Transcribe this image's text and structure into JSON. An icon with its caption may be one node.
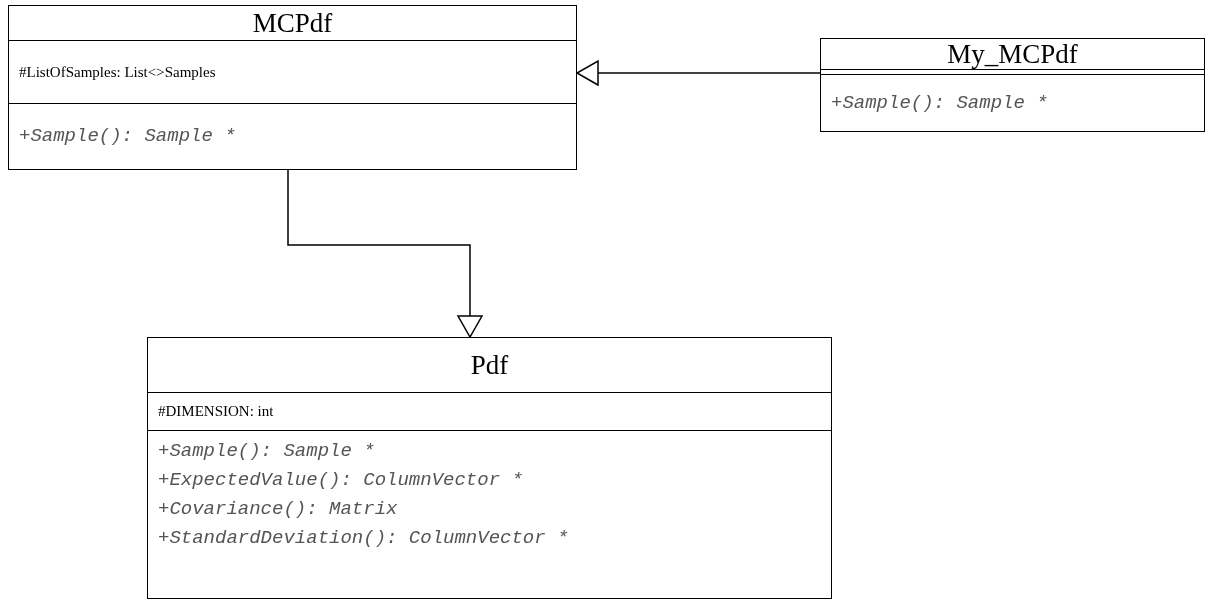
{
  "diagram": {
    "nodes": [
      {
        "text": [
          "MCPdf",
          "#ListOfSamples: List<>Samples",
          "+Sample(): Sample *"
        ]
      },
      {
        "text": [
          "My_MCPdf",
          "+Sample(): Sample *"
        ]
      },
      {
        "text": [
          "Pdf",
          "#DIMENSION: int",
          "+Sample(): Sample *",
          "+ExpectedValue(): ColumnVector *",
          "+Covariance(): Matrix",
          "+StandardDeviation(): ColumnVector *"
        ]
      }
    ],
    "edges": [
      {
        "from": 1,
        "to": 0,
        "arrow": "to"
      },
      {
        "from": 0,
        "to": 2,
        "arrow": "to"
      }
    ]
  }
}
